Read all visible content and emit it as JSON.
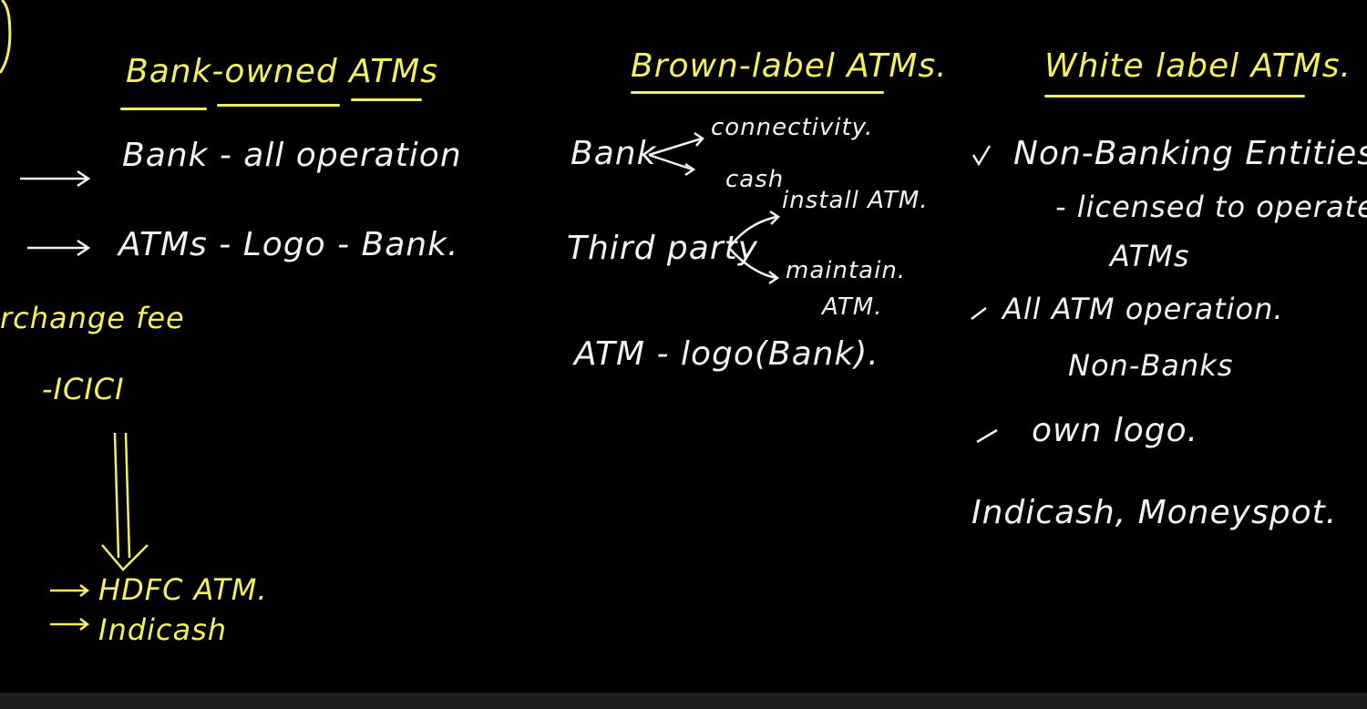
{
  "colors": {
    "background": "#000000",
    "highlight_ink": "#f4f05a",
    "text_ink": "#f2f2f2",
    "bottom_bar": "#1c1c1c"
  },
  "left": {
    "heading": "Bank-owned ATMs",
    "line1": "Bank - all operation",
    "line2": "ATMs - Logo - Bank.",
    "interchange": "rchange fee",
    "icici": "-ICICI",
    "hdfc": "HDFC ATM.",
    "indicash": "Indicash"
  },
  "middle": {
    "heading": "Brown-label ATMs.",
    "bank": "Bank",
    "connectivity": "connectivity.",
    "cash": "cash",
    "third_party": "Third party",
    "install": "install ATM.",
    "maintain": "maintain.",
    "atm": "ATM.",
    "logo": "ATM - logo(Bank)."
  },
  "right": {
    "heading": "White label ATMs.",
    "p1": "Non-Banking Entities",
    "p1b": "- licensed to operate",
    "p1c": "ATMs",
    "p2": "All ATM operation.",
    "p2b": "Non-Banks",
    "p3": "own logo.",
    "examples": "Indicash, Moneyspot."
  }
}
